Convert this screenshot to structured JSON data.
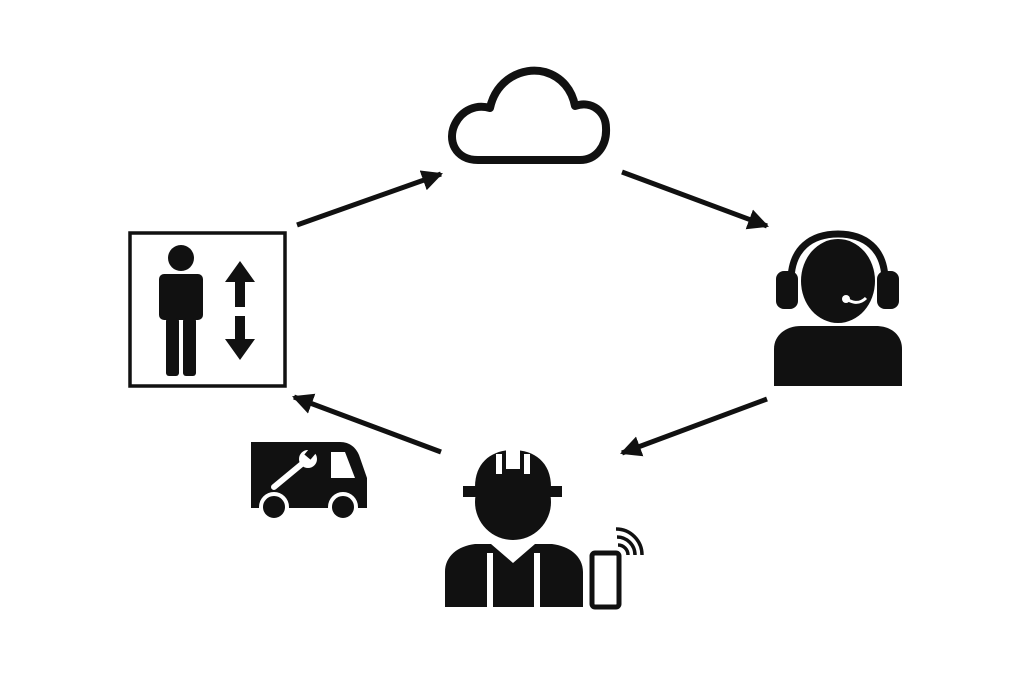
{
  "diagram": {
    "colors": {
      "ink": "#111111",
      "background": "#ffffff"
    },
    "nodes": [
      {
        "id": "elevator",
        "icon": "elevator-passenger-icon"
      },
      {
        "id": "cloud",
        "icon": "cloud-icon"
      },
      {
        "id": "operator",
        "icon": "headset-operator-icon"
      },
      {
        "id": "technician",
        "icon": "technician-hardhat-icon"
      },
      {
        "id": "service-van",
        "icon": "service-van-icon"
      },
      {
        "id": "smartphone",
        "icon": "smartphone-signal-icon"
      }
    ],
    "edges": [
      {
        "from": "elevator",
        "to": "cloud"
      },
      {
        "from": "cloud",
        "to": "operator"
      },
      {
        "from": "operator",
        "to": "technician"
      },
      {
        "from": "technician",
        "to": "elevator"
      }
    ]
  }
}
